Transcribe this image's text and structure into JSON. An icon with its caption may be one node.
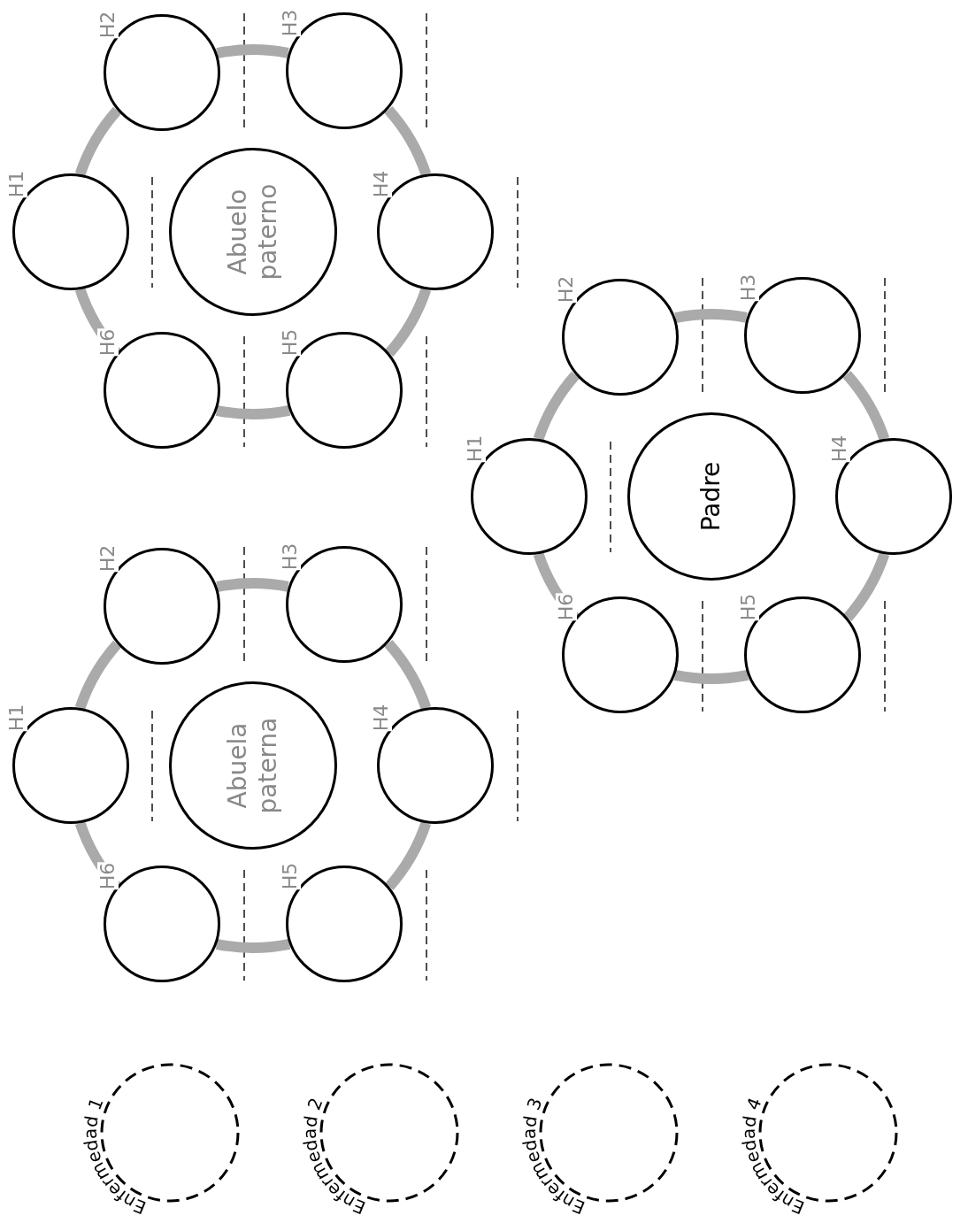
{
  "diagram": {
    "nodes": [
      {
        "text": [
          "Abuelo paterno"
        ]
      },
      {
        "text": [
          "H1"
        ]
      },
      {
        "text": [
          "H2"
        ]
      },
      {
        "text": [
          "H3"
        ]
      },
      {
        "text": [
          "H4"
        ]
      },
      {
        "text": [
          "H5"
        ]
      },
      {
        "text": [
          "H6"
        ]
      },
      {
        "text": [
          "Abuela paterna"
        ]
      },
      {
        "text": [
          "H1"
        ]
      },
      {
        "text": [
          "H2"
        ]
      },
      {
        "text": [
          "H3"
        ]
      },
      {
        "text": [
          "H4"
        ]
      },
      {
        "text": [
          "H5"
        ]
      },
      {
        "text": [
          "H6"
        ]
      },
      {
        "text": [
          "Padre"
        ]
      },
      {
        "text": [
          "H1"
        ]
      },
      {
        "text": [
          "H2"
        ]
      },
      {
        "text": [
          "H3"
        ]
      },
      {
        "text": [
          "H4"
        ]
      },
      {
        "text": [
          "H5"
        ]
      },
      {
        "text": [
          "H6"
        ]
      },
      {
        "text": [
          "Enfermedad 1"
        ]
      },
      {
        "text": [
          "Enfermedad 2"
        ]
      },
      {
        "text": [
          "Enfermedad 3"
        ]
      },
      {
        "text": [
          "Enfermedad 4"
        ]
      }
    ],
    "edges": [
      {
        "from": 1,
        "to": 2,
        "arrow": "none"
      },
      {
        "from": 2,
        "to": 3,
        "arrow": "none"
      },
      {
        "from": 3,
        "to": 4,
        "arrow": "none"
      },
      {
        "from": 4,
        "to": 5,
        "arrow": "none"
      },
      {
        "from": 5,
        "to": 6,
        "arrow": "none"
      },
      {
        "from": 6,
        "to": 1,
        "arrow": "none"
      },
      {
        "from": 8,
        "to": 9,
        "arrow": "none"
      },
      {
        "from": 9,
        "to": 10,
        "arrow": "none"
      },
      {
        "from": 10,
        "to": 11,
        "arrow": "none"
      },
      {
        "from": 11,
        "to": 12,
        "arrow": "none"
      },
      {
        "from": 12,
        "to": 13,
        "arrow": "none"
      },
      {
        "from": 13,
        "to": 8,
        "arrow": "none"
      },
      {
        "from": 15,
        "to": 16,
        "arrow": "none"
      },
      {
        "from": 16,
        "to": 17,
        "arrow": "none"
      },
      {
        "from": 17,
        "to": 18,
        "arrow": "none"
      },
      {
        "from": 18,
        "to": 19,
        "arrow": "none"
      },
      {
        "from": 19,
        "to": 20,
        "arrow": "none"
      },
      {
        "from": 20,
        "to": 15,
        "arrow": "none"
      }
    ]
  }
}
